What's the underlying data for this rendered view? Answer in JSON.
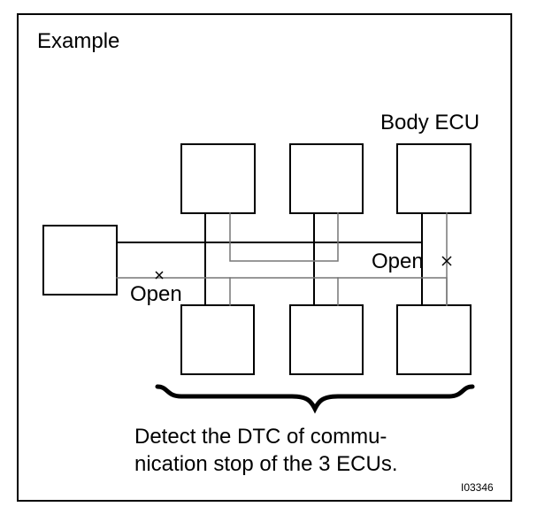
{
  "diagram": {
    "title": "Example",
    "body_ecu_label": "Body ECU",
    "open_label_left": "Open",
    "open_label_right": "Open",
    "caption_line1": "Detect the DTC of commu-",
    "caption_line2": "nication stop of the 3 ECUs.",
    "figure_id": "I03346",
    "colors": {
      "stroke": "#000000",
      "background": "#ffffff"
    }
  }
}
